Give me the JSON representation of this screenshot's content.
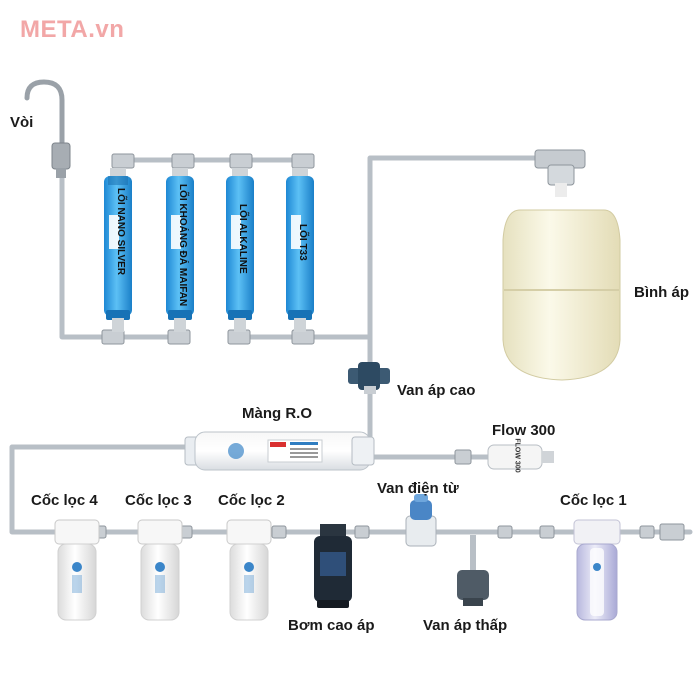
{
  "logo": "META.vn",
  "labels": {
    "voi": "Vòi",
    "binh_ap": "Bình áp",
    "van_ap_cao": "Van áp cao",
    "mang_ro": "Màng R.O",
    "flow": "Flow 300",
    "van_dien_tu": "Van điện từ",
    "coc_loc_4": "Cốc lọc 4",
    "coc_loc_3": "Cốc lọc 3",
    "coc_loc_2": "Cốc lọc 2",
    "coc_loc_1": "Cốc lọc 1",
    "bom_cao_ap": "Bơm cao áp",
    "van_ap_thap": "Van áp thấp"
  },
  "cartridges": [
    "LÕI NANO SILVER",
    "LÕI KHOÁNG ĐÁ MAIFAN",
    "LÕI ALKALINE",
    "LÕI T33"
  ],
  "flow_tag": "FLOW 300",
  "colors": {
    "pipe": "#b8bfc6",
    "cartridge": "#2f9fe0",
    "tank": "#f3f0d8",
    "housing": "#f2f2f2",
    "housing_clear": "#c9c9e6",
    "logo": "#f2a7a7"
  }
}
